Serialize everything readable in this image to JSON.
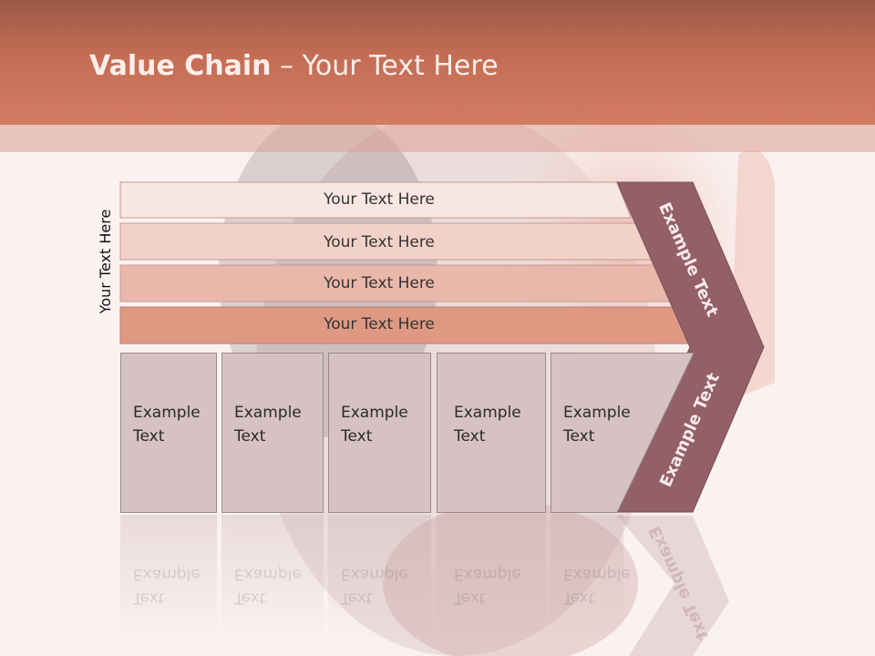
{
  "title": {
    "bold": "Value Chain",
    "rest": " – Your Text Here"
  },
  "side_label": "Your Text Here",
  "support_bands": [
    {
      "label": "Your Text Here",
      "color": "#f7e6e2"
    },
    {
      "label": "Your Text Here",
      "color": "#f2d2c8"
    },
    {
      "label": "Your Text Here",
      "color": "#eab8aa"
    },
    {
      "label": "Your Text Here",
      "color": "#df9983"
    }
  ],
  "primary_boxes": [
    {
      "line1": "Example",
      "line2": "Text"
    },
    {
      "line1": "Example",
      "line2": "Text"
    },
    {
      "line1": "Example",
      "line2": "Text"
    },
    {
      "line1": "Example",
      "line2": "Text"
    },
    {
      "line1": "Example",
      "line2": "Text"
    }
  ],
  "chevron": {
    "upper_label": "Example Text",
    "lower_label": "Example Text",
    "color": "#946068"
  },
  "colors": {
    "header": "#c46d55",
    "box_fill": "#d6c2c3",
    "box_border": "#9a8a8c"
  }
}
